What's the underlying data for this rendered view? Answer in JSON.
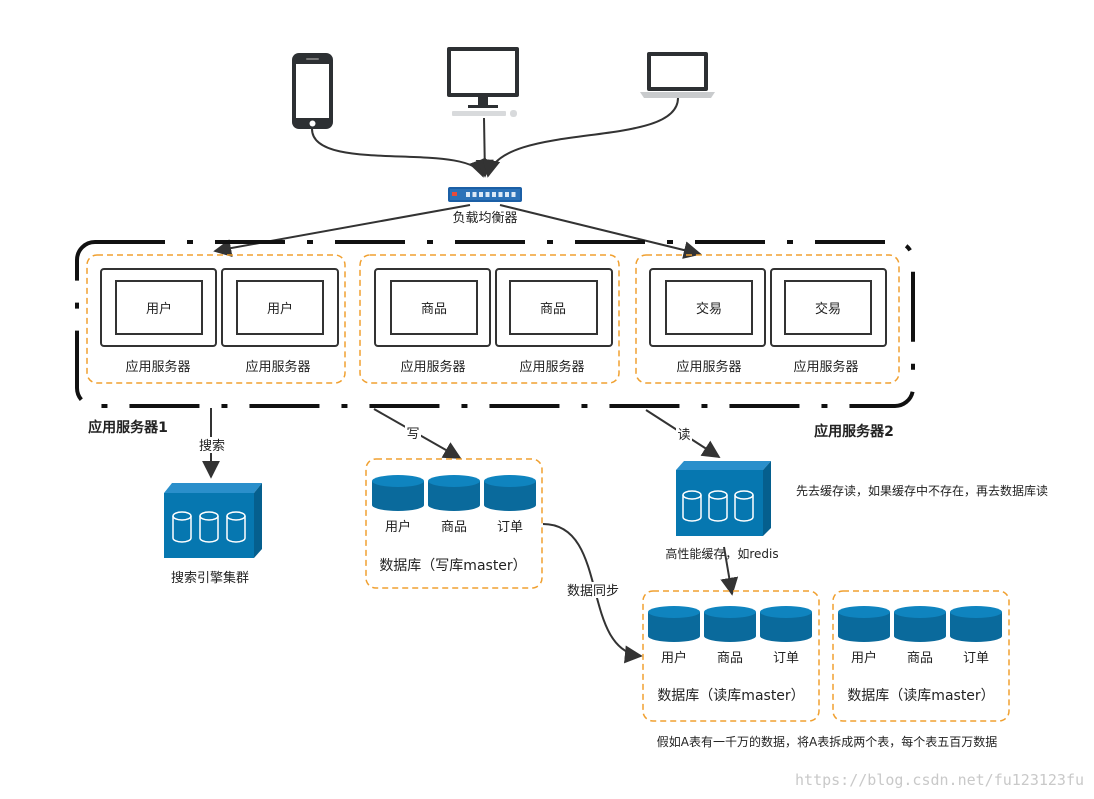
{
  "devices": {
    "phone": "phone-icon",
    "desktop": "desktop-icon",
    "laptop": "laptop-icon"
  },
  "load_balancer": {
    "icon": "switch-icon",
    "label": "负载均衡器"
  },
  "app_cluster": {
    "label_left": "应用服务器1",
    "label_right": "应用服务器2",
    "groups": [
      {
        "servers": [
          {
            "module": "用户",
            "label": "应用服务器"
          },
          {
            "module": "用户",
            "label": "应用服务器"
          }
        ]
      },
      {
        "servers": [
          {
            "module": "商品",
            "label": "应用服务器"
          },
          {
            "module": "商品",
            "label": "应用服务器"
          }
        ]
      },
      {
        "servers": [
          {
            "module": "交易",
            "label": "应用服务器"
          },
          {
            "module": "交易",
            "label": "应用服务器"
          }
        ]
      }
    ]
  },
  "edges": {
    "search": "搜索",
    "write": "写",
    "read": "读",
    "sync": "数据同步"
  },
  "search_engine": {
    "label": "搜索引擎集群"
  },
  "write_db": {
    "tables": [
      "用户",
      "商品",
      "订单"
    ],
    "label": "数据库（写库master）"
  },
  "cache": {
    "label": "高性能缓存，如redis",
    "note": "先去缓存读，如果缓存中不存在，再去数据库读"
  },
  "read_dbs": [
    {
      "tables": [
        "用户",
        "商品",
        "订单"
      ],
      "label": "数据库（读库master）"
    },
    {
      "tables": [
        "用户",
        "商品",
        "订单"
      ],
      "label": "数据库（读库master）"
    }
  ],
  "sharding_note": "假如A表有一千万的数据，将A表拆成两个表，每个表五百万数据",
  "watermark": "https://blog.csdn.net/fu123123fu",
  "colors": {
    "accent_blue": "#0677b0",
    "dashed_orange": "#f0a030",
    "line": "#333333"
  }
}
